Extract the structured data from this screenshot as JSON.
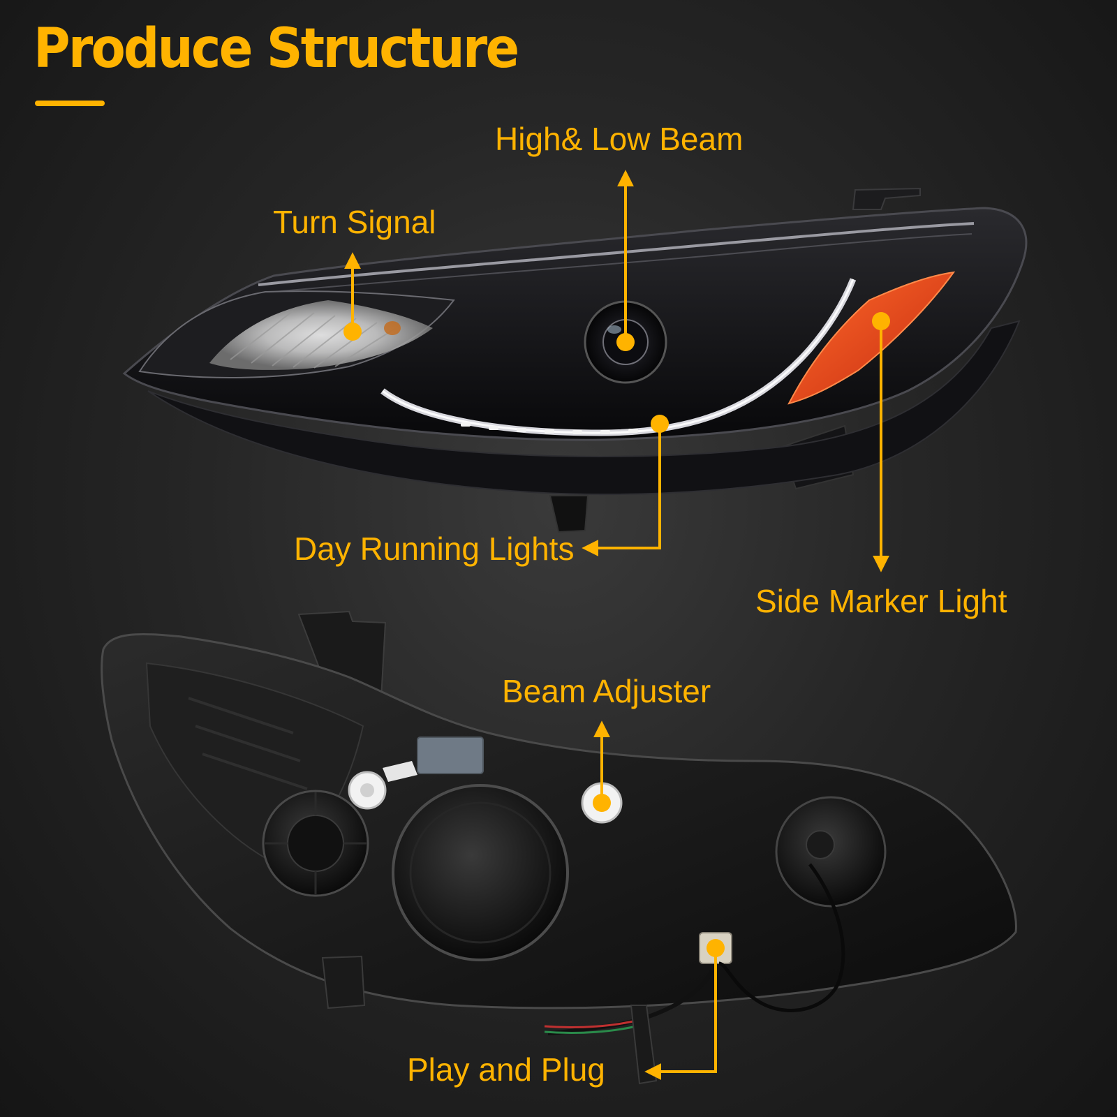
{
  "title": "Produce Structure",
  "accent_color": "#FFB300",
  "callouts": {
    "high_low_beam": "High& Low Beam",
    "turn_signal": "Turn Signal",
    "day_running_lights": "Day Running Lights",
    "side_marker_light": "Side Marker Light",
    "beam_adjuster": "Beam Adjuster",
    "play_and_plug": "Play and Plug"
  }
}
